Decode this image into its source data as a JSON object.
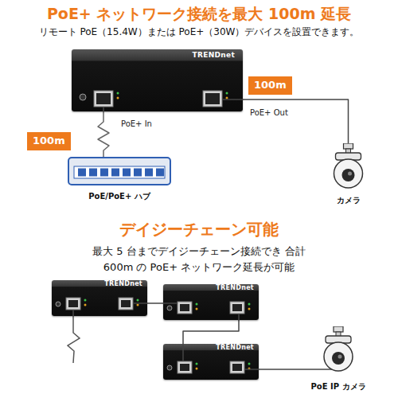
{
  "diagram": {
    "title": "PoE+ ネットワーク接続を最大 100m 延長",
    "nodes": [
      {
        "text": [
          "TRENDnet"
        ]
      },
      {
        "text": [
          "100m"
        ]
      },
      {
        "text": [
          "100m"
        ]
      },
      {
        "text": [
          "PoE/PoE+ ハブ"
        ]
      },
      {
        "text": [
          "カメラ"
        ]
      },
      {
        "text": [
          "TRENDnet"
        ]
      },
      {
        "text": [
          "TRENDnet"
        ]
      },
      {
        "text": [
          "TRENDnet"
        ]
      },
      {
        "text": [
          "PoE IP カメラ"
        ]
      }
    ],
    "edges": [
      {
        "from": 3,
        "to": 0,
        "label": "PoE+ In",
        "arrow": "none"
      },
      {
        "from": 0,
        "to": 4,
        "label": "PoE+ Out",
        "arrow": "none"
      },
      {
        "from": 5,
        "to": 6,
        "arrow": "none"
      },
      {
        "from": 6,
        "to": 7,
        "arrow": "none"
      },
      {
        "from": 7,
        "to": 8,
        "arrow": "none"
      }
    ],
    "labels": [
      "リモート PoE（15.4W）または PoE+（30W）デバイスを設置できます。",
      "デイジーチェーン可能",
      "最大 5 台までデイジーチェーン接続でき 合計 600m の PoE+ ネットワーク延長が可能"
    ]
  }
}
